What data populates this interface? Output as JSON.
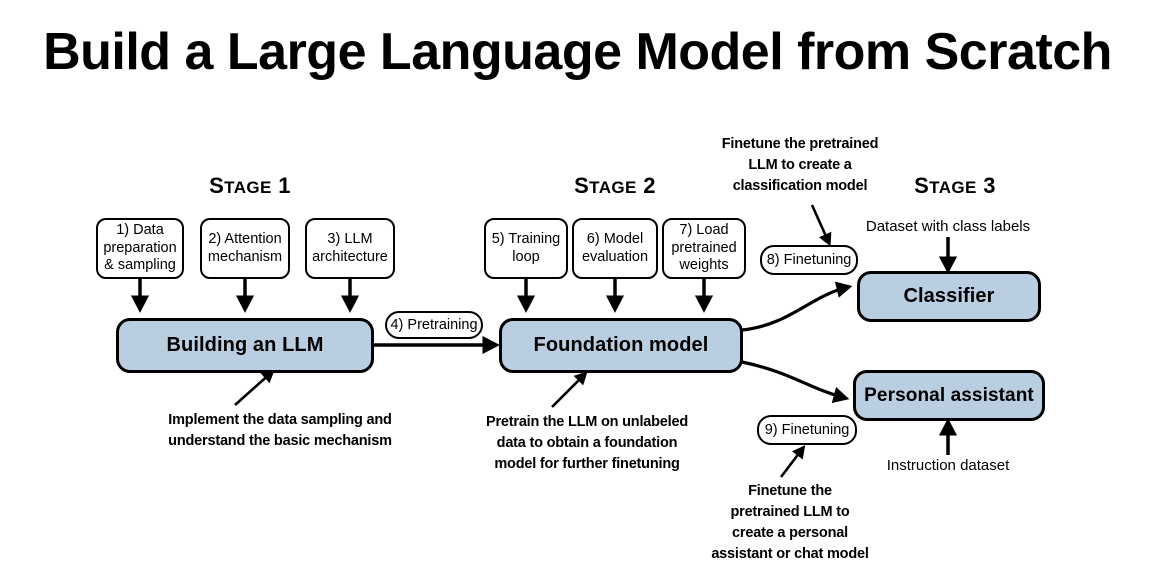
{
  "title": "Build a Large Language Model from Scratch",
  "colors": {
    "blue_box_fill": "#b9cfe1",
    "stroke": "#000000",
    "background": "#ffffff"
  },
  "stages": [
    {
      "id": "stage-1",
      "label_first": "S",
      "label_rest": "TAGE",
      "label_num": " 1",
      "full": "Stage 1"
    },
    {
      "id": "stage-2",
      "label_first": "S",
      "label_rest": "TAGE",
      "label_num": " 2",
      "full": "Stage 2"
    },
    {
      "id": "stage-3",
      "label_first": "S",
      "label_rest": "TAGE",
      "label_num": " 3",
      "full": "Stage 3"
    }
  ],
  "stage1": {
    "steps": [
      {
        "id": "step-1",
        "line1": "1) Data",
        "line2": "preparation",
        "line3": "& sampling"
      },
      {
        "id": "step-2",
        "line1": "2) Attention",
        "line2": "mechanism",
        "line3": ""
      },
      {
        "id": "step-3",
        "line1": "3) LLM",
        "line2": "architecture",
        "line3": ""
      }
    ],
    "main_box": "Building an LLM",
    "annotation_line1": "Implement the data sampling and",
    "annotation_line2": "understand the basic mechanism"
  },
  "stage2": {
    "steps": [
      {
        "id": "step-5",
        "line1": "5) Training",
        "line2": "loop",
        "line3": ""
      },
      {
        "id": "step-6",
        "line1": "6) Model",
        "line2": "evaluation",
        "line3": ""
      },
      {
        "id": "step-7",
        "line1": "7) Load",
        "line2": "pretrained",
        "line3": "weights"
      }
    ],
    "main_box": "Foundation model",
    "connector_pill": "4) Pretraining",
    "annotation_line1": "Pretrain the LLM on unlabeled",
    "annotation_line2": "data to obtain a foundation",
    "annotation_line3": "model for further finetuning"
  },
  "stage3": {
    "finetune_pill_classifier": "8) Finetuning",
    "finetune_pill_assistant": "9) Finetuning",
    "classifier_box": "Classifier",
    "assistant_box": "Personal assistant",
    "classifier_dataset_caption": "Dataset with class labels",
    "assistant_dataset_caption": "Instruction dataset",
    "classifier_annotation_line1": "Finetune the pretrained",
    "classifier_annotation_line2": "LLM to create a",
    "classifier_annotation_line3": "classification model",
    "assistant_annotation_line1": "Finetune the",
    "assistant_annotation_line2": "pretrained LLM to",
    "assistant_annotation_line3": "create a personal",
    "assistant_annotation_line4": "assistant or chat model"
  }
}
